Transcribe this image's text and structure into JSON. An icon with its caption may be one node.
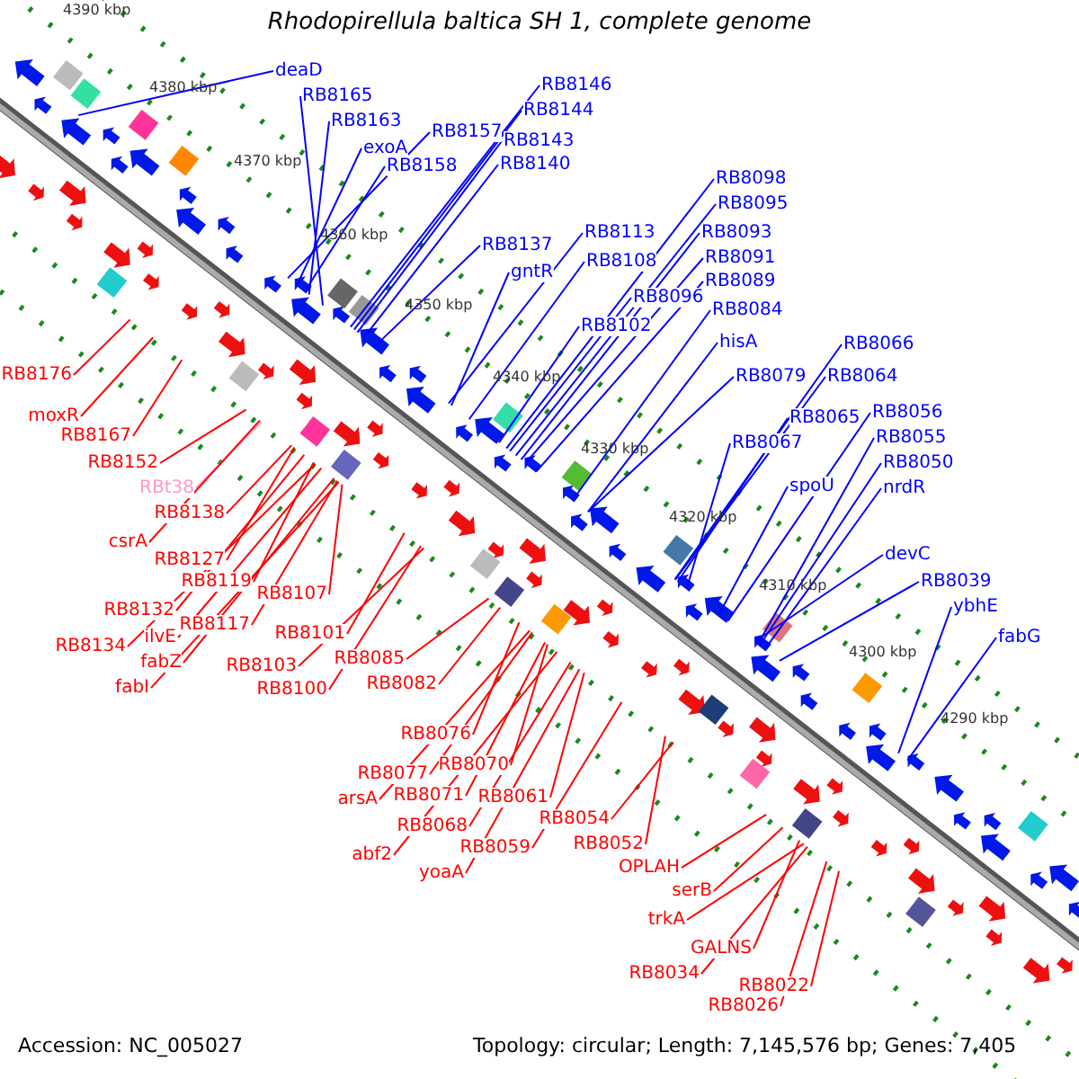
{
  "diagram": {
    "nodes": [
      {
        "text": [
          "deaD"
        ]
      },
      {
        "text": [
          "RB8165"
        ]
      },
      {
        "text": [
          "RB8163"
        ]
      },
      {
        "text": [
          "exoA"
        ]
      },
      {
        "text": [
          "RB8157"
        ]
      },
      {
        "text": [
          "RB8158"
        ]
      },
      {
        "text": [
          "RB8146"
        ]
      },
      {
        "text": [
          "RB8144"
        ]
      },
      {
        "text": [
          "RB8143"
        ]
      },
      {
        "text": [
          "RB8140"
        ]
      },
      {
        "text": [
          "RB8137"
        ]
      },
      {
        "text": [
          "gntR"
        ]
      },
      {
        "text": [
          "RB8113"
        ]
      },
      {
        "text": [
          "RB8108"
        ]
      },
      {
        "text": [
          "RB8098"
        ]
      },
      {
        "text": [
          "RB8095"
        ]
      },
      {
        "text": [
          "RB8093"
        ]
      },
      {
        "text": [
          "RB8096"
        ]
      },
      {
        "text": [
          "RB8091"
        ]
      },
      {
        "text": [
          "RB8089"
        ]
      },
      {
        "text": [
          "RB8102"
        ]
      },
      {
        "text": [
          "RB8084"
        ]
      },
      {
        "text": [
          "hisA"
        ]
      },
      {
        "text": [
          "RB8079"
        ]
      },
      {
        "text": [
          "RB8066"
        ]
      },
      {
        "text": [
          "RB8064"
        ]
      },
      {
        "text": [
          "RB8065"
        ]
      },
      {
        "text": [
          "RB8067"
        ]
      },
      {
        "text": [
          "RB8056"
        ]
      },
      {
        "text": [
          "RB8055"
        ]
      },
      {
        "text": [
          "RB8050"
        ]
      },
      {
        "text": [
          "nrdR"
        ]
      },
      {
        "text": [
          "spoU"
        ]
      },
      {
        "text": [
          "devC"
        ]
      },
      {
        "text": [
          "RB8039"
        ]
      },
      {
        "text": [
          "ybhE"
        ]
      },
      {
        "text": [
          "fabG"
        ]
      },
      {
        "text": [
          "RB8176"
        ]
      },
      {
        "text": [
          "moxR"
        ]
      },
      {
        "text": [
          "RB8167"
        ]
      },
      {
        "text": [
          "RB8152"
        ]
      },
      {
        "text": [
          "RBt38"
        ]
      },
      {
        "text": [
          "RB8138"
        ]
      },
      {
        "text": [
          "csrA"
        ]
      },
      {
        "text": [
          "RB8127"
        ]
      },
      {
        "text": [
          "RB8119"
        ]
      },
      {
        "text": [
          "RB8132"
        ]
      },
      {
        "text": [
          "RB8117"
        ]
      },
      {
        "text": [
          "ilvE"
        ]
      },
      {
        "text": [
          "RB8134"
        ]
      },
      {
        "text": [
          "fabZ"
        ]
      },
      {
        "text": [
          "fabI"
        ]
      },
      {
        "text": [
          "RB8107"
        ]
      },
      {
        "text": [
          "RB8101"
        ]
      },
      {
        "text": [
          "RB8103"
        ]
      },
      {
        "text": [
          "RB8085"
        ]
      },
      {
        "text": [
          "RB8100"
        ]
      },
      {
        "text": [
          "RB8082"
        ]
      },
      {
        "text": [
          "RB8076"
        ]
      },
      {
        "text": [
          "RB8070"
        ]
      },
      {
        "text": [
          "RB8077"
        ]
      },
      {
        "text": [
          "RB8071"
        ]
      },
      {
        "text": [
          "arsA"
        ]
      },
      {
        "text": [
          "RB8061"
        ]
      },
      {
        "text": [
          "RB8068"
        ]
      },
      {
        "text": [
          "RB8054"
        ]
      },
      {
        "text": [
          "RB8059"
        ]
      },
      {
        "text": [
          "abf2"
        ]
      },
      {
        "text": [
          "RB8052"
        ]
      },
      {
        "text": [
          "yoaA"
        ]
      },
      {
        "text": [
          "OPLAH"
        ]
      },
      {
        "text": [
          "serB"
        ]
      },
      {
        "text": [
          "trkA"
        ]
      },
      {
        "text": [
          "GALNS"
        ]
      },
      {
        "text": [
          "RB8034"
        ]
      },
      {
        "text": [
          "RB8022"
        ]
      },
      {
        "text": [
          "RB8026"
        ]
      }
    ],
    "edges": [
      {
        "from": 0,
        "to": null,
        "arrow": "none",
        "color": "#0000ff"
      },
      {
        "from": 1,
        "to": null,
        "arrow": "none",
        "color": "#0000ff"
      },
      {
        "from": 2,
        "to": null,
        "arrow": "none",
        "color": "#0000ff"
      },
      {
        "from": 3,
        "to": null,
        "arrow": "none",
        "color": "#0000ff"
      },
      {
        "from": 4,
        "to": null,
        "arrow": "none",
        "color": "#0000ff"
      },
      {
        "from": 5,
        "to": null,
        "arrow": "none",
        "color": "#0000ff"
      },
      {
        "from": 6,
        "to": null,
        "arrow": "none",
        "color": "#0000ff"
      },
      {
        "from": 7,
        "to": null,
        "arrow": "none",
        "color": "#0000ff"
      },
      {
        "from": 8,
        "to": null,
        "arrow": "none",
        "color": "#0000ff"
      },
      {
        "from": 9,
        "to": null,
        "arrow": "none",
        "color": "#0000ff"
      },
      {
        "from": 10,
        "to": null,
        "arrow": "none",
        "color": "#0000ff"
      },
      {
        "from": 11,
        "to": null,
        "arrow": "none",
        "color": "#0000ff"
      },
      {
        "from": 12,
        "to": null,
        "arrow": "none",
        "color": "#0000ff"
      },
      {
        "from": 13,
        "to": null,
        "arrow": "none",
        "color": "#0000ff"
      },
      {
        "from": 14,
        "to": null,
        "arrow": "none",
        "color": "#0000ff"
      },
      {
        "from": 15,
        "to": null,
        "arrow": "none",
        "color": "#0000ff"
      },
      {
        "from": 16,
        "to": null,
        "arrow": "none",
        "color": "#0000ff"
      },
      {
        "from": 17,
        "to": null,
        "arrow": "none",
        "color": "#0000ff"
      },
      {
        "from": 18,
        "to": null,
        "arrow": "none",
        "color": "#0000ff"
      },
      {
        "from": 19,
        "to": null,
        "arrow": "none",
        "color": "#0000ff"
      },
      {
        "from": 20,
        "to": null,
        "arrow": "none",
        "color": "#0000ff"
      },
      {
        "from": 21,
        "to": null,
        "arrow": "none",
        "color": "#0000ff"
      },
      {
        "from": 22,
        "to": null,
        "arrow": "none",
        "color": "#0000ff"
      },
      {
        "from": 23,
        "to": null,
        "arrow": "none",
        "color": "#0000ff"
      },
      {
        "from": 24,
        "to": null,
        "arrow": "none",
        "color": "#0000ff"
      },
      {
        "from": 25,
        "to": null,
        "arrow": "none",
        "color": "#0000ff"
      },
      {
        "from": 26,
        "to": null,
        "arrow": "none",
        "color": "#0000ff"
      },
      {
        "from": 27,
        "to": null,
        "arrow": "none",
        "color": "#0000ff"
      },
      {
        "from": 28,
        "to": null,
        "arrow": "none",
        "color": "#0000ff"
      },
      {
        "from": 29,
        "to": null,
        "arrow": "none",
        "color": "#0000ff"
      },
      {
        "from": 30,
        "to": null,
        "arrow": "none",
        "color": "#0000ff"
      },
      {
        "from": 31,
        "to": null,
        "arrow": "none",
        "color": "#0000ff"
      },
      {
        "from": 32,
        "to": null,
        "arrow": "none",
        "color": "#0000ff"
      },
      {
        "from": 33,
        "to": null,
        "arrow": "none",
        "color": "#0000ff"
      },
      {
        "from": 34,
        "to": null,
        "arrow": "none",
        "color": "#0000ff"
      },
      {
        "from": 35,
        "to": null,
        "arrow": "none",
        "color": "#0000ff"
      },
      {
        "from": 36,
        "to": null,
        "arrow": "none",
        "color": "#0000ff"
      },
      {
        "from": 37,
        "to": null,
        "arrow": "none"
      },
      {
        "from": 38,
        "to": null,
        "arrow": "none"
      },
      {
        "from": 39,
        "to": null,
        "arrow": "none"
      },
      {
        "from": 40,
        "to": null,
        "arrow": "none"
      },
      {
        "from": 41,
        "to": null,
        "arrow": "none",
        "color": "#ff99cc"
      },
      {
        "from": 42,
        "to": null,
        "arrow": "none"
      },
      {
        "from": 43,
        "to": null,
        "arrow": "none"
      },
      {
        "from": 44,
        "to": null,
        "arrow": "none"
      },
      {
        "from": 45,
        "to": null,
        "arrow": "none"
      },
      {
        "from": 46,
        "to": null,
        "arrow": "none"
      },
      {
        "from": 47,
        "to": null,
        "arrow": "none"
      },
      {
        "from": 48,
        "to": null,
        "arrow": "none"
      },
      {
        "from": 49,
        "to": null,
        "arrow": "none"
      },
      {
        "from": 50,
        "to": null,
        "arrow": "none"
      },
      {
        "from": 51,
        "to": null,
        "arrow": "none"
      },
      {
        "from": 52,
        "to": null,
        "arrow": "none"
      },
      {
        "from": 53,
        "to": null,
        "arrow": "none"
      },
      {
        "from": 54,
        "to": null,
        "arrow": "none"
      },
      {
        "from": 55,
        "to": null,
        "arrow": "none"
      },
      {
        "from": 56,
        "to": null,
        "arrow": "none"
      },
      {
        "from": 57,
        "to": null,
        "arrow": "none"
      },
      {
        "from": 58,
        "to": null,
        "arrow": "none"
      },
      {
        "from": 59,
        "to": null,
        "arrow": "none"
      },
      {
        "from": 60,
        "to": null,
        "arrow": "none"
      },
      {
        "from": 61,
        "to": null,
        "arrow": "none"
      },
      {
        "from": 62,
        "to": null,
        "arrow": "none"
      },
      {
        "from": 63,
        "to": null,
        "arrow": "none"
      },
      {
        "from": 64,
        "to": null,
        "arrow": "none"
      },
      {
        "from": 65,
        "to": null,
        "arrow": "none"
      },
      {
        "from": 66,
        "to": null,
        "arrow": "none"
      },
      {
        "from": 67,
        "to": null,
        "arrow": "none"
      },
      {
        "from": 68,
        "to": null,
        "arrow": "none"
      },
      {
        "from": 69,
        "to": null,
        "arrow": "none"
      },
      {
        "from": 70,
        "to": null,
        "arrow": "none"
      },
      {
        "from": 71,
        "to": null,
        "arrow": "none"
      },
      {
        "from": 72,
        "to": null,
        "arrow": "none"
      },
      {
        "from": 73,
        "to": null,
        "arrow": "none"
      },
      {
        "from": 74,
        "to": null,
        "arrow": "none"
      },
      {
        "from": 75,
        "to": null,
        "arrow": "none"
      },
      {
        "from": 76,
        "to": null,
        "arrow": "none"
      }
    ],
    "title": "Rhodopirellula baltica SH 1, complete genome",
    "labels": [
      "4390 kbp",
      "4380 kbp",
      "4370 kbp",
      "4360 kbp",
      "4350 kbp",
      "4340 kbp",
      "4330 kbp",
      "4320 kbp",
      "4310 kbp",
      "4300 kbp",
      "4290 kbp",
      "Accession: NC_005027",
      "Topology: circular; Length: 7,145,576 bp; Genes: 7,405"
    ]
  }
}
